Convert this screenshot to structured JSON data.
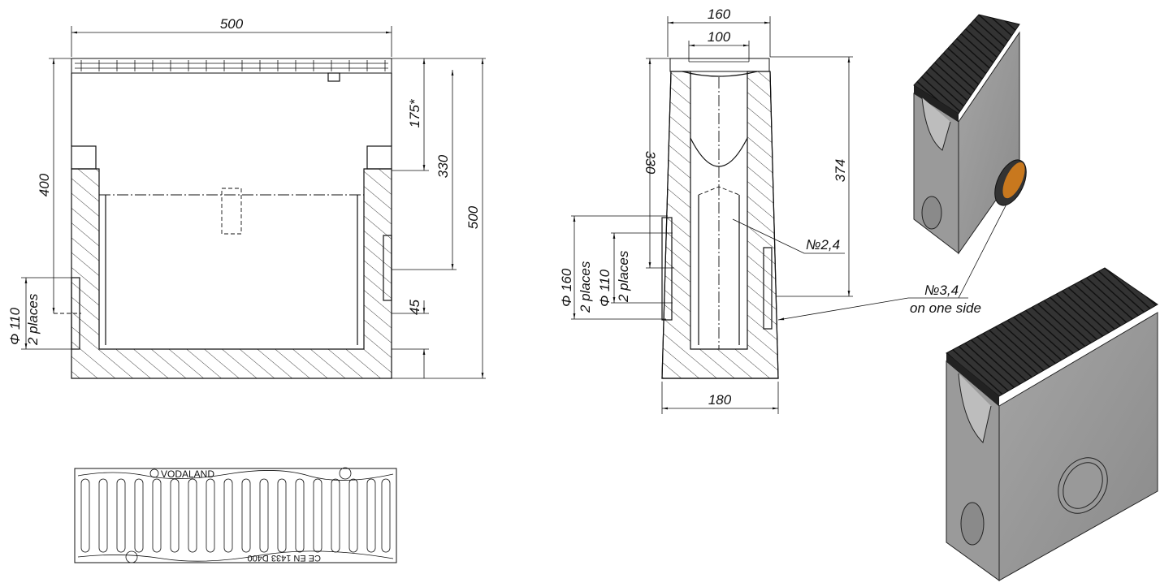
{
  "front_view": {
    "width_dim": "500",
    "height_dim_400": "400",
    "depth_dim_175": "175*",
    "depth_dim_330": "330",
    "height_dim_500": "500",
    "bottom_dim_45": "45",
    "outlet_dia": "Φ 110",
    "outlet_count": "2 places"
  },
  "side_view": {
    "top_width": "160",
    "grate_width": "100",
    "depth_330": "330",
    "depth_374": "374",
    "bottom_width": "180",
    "outlet_large_dia": "Φ 160",
    "outlet_large_count": "2 places",
    "outlet_small_dia": "Φ 110",
    "outlet_small_count": "2 places",
    "callout_a": "№2,4",
    "callout_b": "№3,4",
    "callout_b_sub": "on one side"
  },
  "grate_plan": {
    "brand": "VODALAND",
    "marking": "CE EN 1433 D400"
  },
  "colors": {
    "concrete": "#8f8f8f",
    "grate": "#2a2a2a",
    "seal": "#c8781e"
  }
}
